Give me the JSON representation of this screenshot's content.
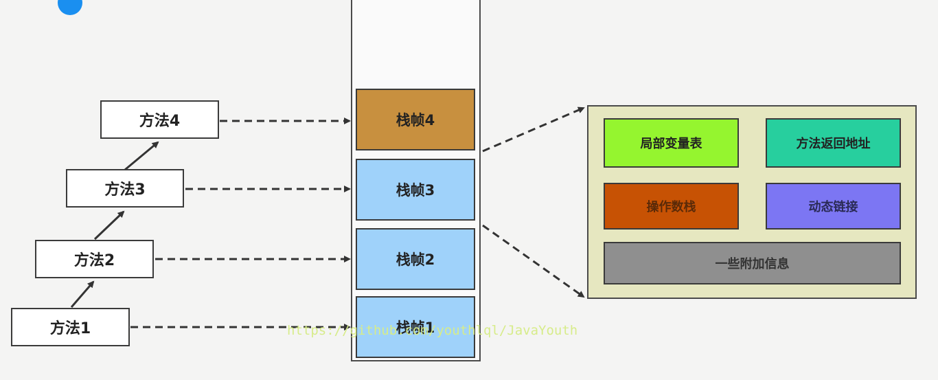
{
  "methods": [
    {
      "label": "方法1"
    },
    {
      "label": "方法2"
    },
    {
      "label": "方法3"
    },
    {
      "label": "方法4"
    }
  ],
  "frames": [
    {
      "label": "栈帧4",
      "color": "#c8903f"
    },
    {
      "label": "栈帧3",
      "color": "#9fd2fa"
    },
    {
      "label": "栈帧2",
      "color": "#9fd2fa"
    },
    {
      "label": "栈帧1",
      "color": "#9fd2fa"
    }
  ],
  "frame_detail": {
    "local_vars": {
      "label": "局部变量表",
      "color": "#95f52f"
    },
    "return_addr": {
      "label": "方法返回地址",
      "color": "#27cf9e"
    },
    "operand_stack": {
      "label": "操作数栈",
      "color": "#c75204"
    },
    "dynamic_link": {
      "label": "动态链接",
      "color": "#7c76f3"
    },
    "extra_info": {
      "label": "一些附加信息",
      "color": "#8f8f8f"
    }
  },
  "watermark": "https://github.com/youthlql/JavaYouth"
}
